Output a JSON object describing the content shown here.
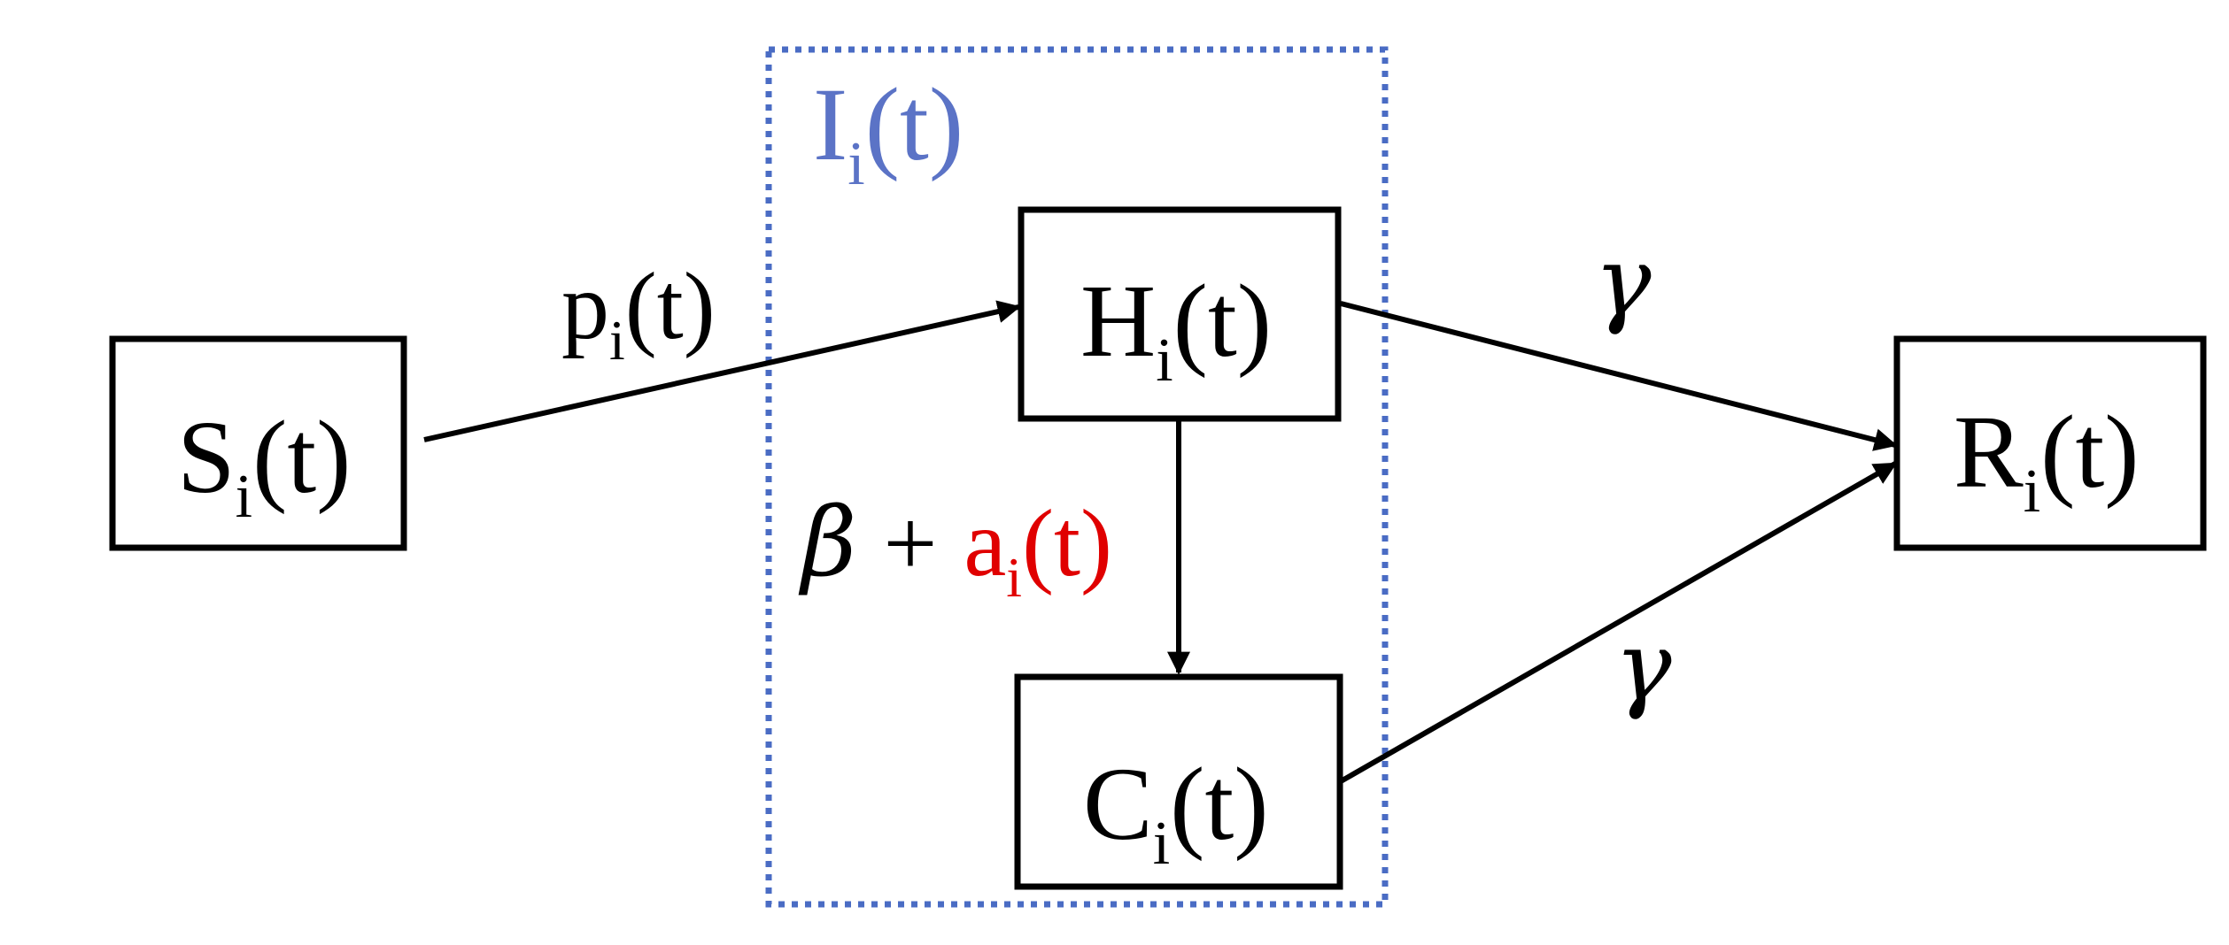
{
  "colors": {
    "stroke": "#000000",
    "group_border": "#4a6cc4",
    "group_label": "#5b73c6",
    "highlight": "#e00000",
    "background": "#ffffff"
  },
  "group": {
    "base": "I",
    "sub": "i",
    "arg": "(t)"
  },
  "nodes": {
    "S": {
      "base": "S",
      "sub": "i",
      "arg": "(t)"
    },
    "H": {
      "base": "H",
      "sub": "i",
      "arg": "(t)"
    },
    "C": {
      "base": "C",
      "sub": "i",
      "arg": "(t)"
    },
    "R": {
      "base": "R",
      "sub": "i",
      "arg": "(t)"
    }
  },
  "edges": {
    "s_to_h": {
      "base": "p",
      "sub": "i",
      "arg": "(t)"
    },
    "h_to_c": {
      "beta": "β",
      "plus": "+",
      "a_base": "a",
      "a_sub": "i",
      "a_arg": "(t)"
    },
    "h_to_r": {
      "symbol": "γ"
    },
    "c_to_r": {
      "symbol": "γ"
    }
  }
}
